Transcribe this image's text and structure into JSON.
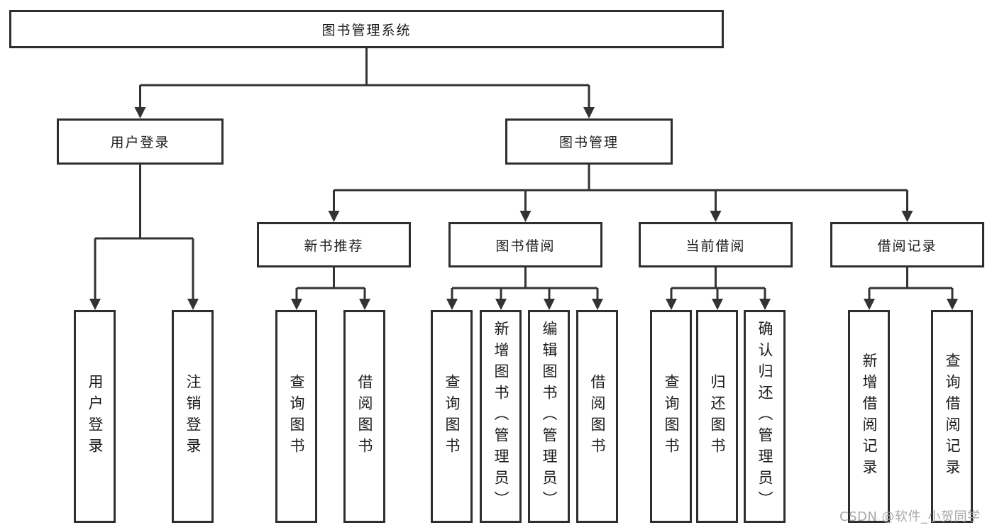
{
  "tree": {
    "label": "图书管理系统",
    "children": [
      {
        "label": "用户登录",
        "children": [
          {
            "label": "用户登录"
          },
          {
            "label": "注销登录"
          }
        ]
      },
      {
        "label": "图书管理",
        "children": [
          {
            "label": "新书推荐",
            "children": [
              {
                "label": "查询图书"
              },
              {
                "label": "借阅图书"
              }
            ]
          },
          {
            "label": "图书借阅",
            "children": [
              {
                "label": "查询图书"
              },
              {
                "label": "新增图书（管理员）"
              },
              {
                "label": "编辑图书（管理员）"
              },
              {
                "label": "借阅图书"
              }
            ]
          },
          {
            "label": "当前借阅",
            "children": [
              {
                "label": "查询图书"
              },
              {
                "label": "归还图书"
              },
              {
                "label": "确认归还（管理员）"
              }
            ]
          },
          {
            "label": "借阅记录",
            "children": [
              {
                "label": "新增借阅记录"
              },
              {
                "label": "查询借阅记录"
              }
            ]
          }
        ]
      }
    ]
  },
  "watermark": "CSDN @软件_小贺同学",
  "colors": {
    "background": "#ffffff",
    "line": "#333333",
    "box_border": "#2e2e2e",
    "text": "#1b1b1b",
    "watermark": "#a9a9a9"
  }
}
